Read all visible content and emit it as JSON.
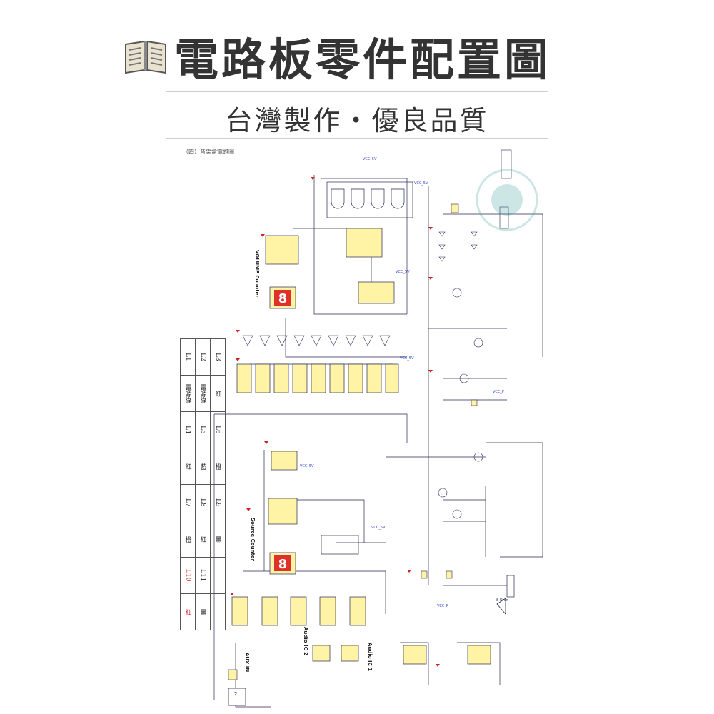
{
  "header": {
    "title": "電路板零件配置圖",
    "subtitle": "台灣製作・優良品質",
    "icon": "open-book-icon"
  },
  "diagram": {
    "caption": "（四）音樂盒電路圖",
    "labels": {
      "volume_counter": "VOLUME Counter",
      "source_counter": "Source Counter",
      "audio_ic_1": "Audio IC 1",
      "audio_ic_2": "Audio IC 2",
      "aux_in": "AUX IN",
      "vcc": "VCC_5V",
      "vcc_power": "VCC_P",
      "speaker": "8 Ohm",
      "seg_digit": "8"
    },
    "led_table": {
      "rows": [
        [
          "L1",
          "電源綠",
          "L4",
          "紅",
          "L7",
          "橙",
          "L10",
          "紅"
        ],
        [
          "L2",
          "電源綠",
          "L5",
          "藍",
          "L8",
          "紅",
          "L11",
          "黑"
        ],
        [
          "L3",
          "紅",
          "L6",
          "橙",
          "L9",
          "黑",
          "",
          ""
        ]
      ]
    }
  },
  "colors": {
    "title": "#333333",
    "ic_fill": "#fff3a6",
    "wire": "#2a2a55",
    "seg_red": "#e0302a",
    "led_red": "#cc2222"
  }
}
